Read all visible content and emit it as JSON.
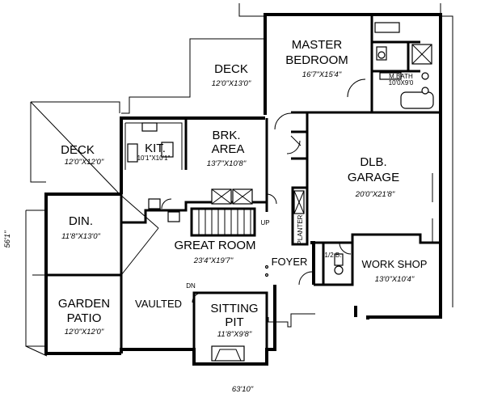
{
  "rooms": {
    "master_bedroom": {
      "line1": "MASTER",
      "line2": "BEDROOM",
      "dim": "16'7\"X15'4\""
    },
    "master_bath": {
      "name": "M.BATH",
      "dim": "10'0X9'0"
    },
    "deck_upper": {
      "name": "DECK",
      "dim": "12'0\"X13'0\""
    },
    "deck_left": {
      "name": "DECK",
      "dim": "12'0\"X12'0\""
    },
    "kitchen": {
      "name": "KIT.",
      "dim": "10'1\"X10'1\""
    },
    "breakfast": {
      "line1": "BRK.",
      "line2": "AREA",
      "dim": "13'7\"X10'8\""
    },
    "garage": {
      "line1": "DLB.",
      "line2": "GARAGE",
      "dim": "20'0\"X21'8\""
    },
    "dining": {
      "name": "DIN.",
      "dim": "11'8\"X13'0\""
    },
    "great_room": {
      "name": "GREAT ROOM",
      "dim": "23'4\"X19'7\""
    },
    "foyer": {
      "name": "FOYER"
    },
    "half_bath": {
      "name": "1/2 B."
    },
    "work_shop": {
      "name": "WORK SHOP",
      "dim": "13'0\"X10'4\""
    },
    "garden_patio": {
      "line1": "GARDEN",
      "line2": "PATIO",
      "dim": "12'0\"X12'0\""
    },
    "vaulted": {
      "name": "VAULTED"
    },
    "sitting_pit": {
      "line1": "SITTING",
      "line2": "PIT",
      "dim": "11'8\"X9'8\""
    }
  },
  "labels": {
    "stair_up": "UP",
    "planter": "PLANTER",
    "fireplace_mark": "DN"
  },
  "overall": {
    "width": "63'10\"",
    "depth": "56'1\""
  }
}
